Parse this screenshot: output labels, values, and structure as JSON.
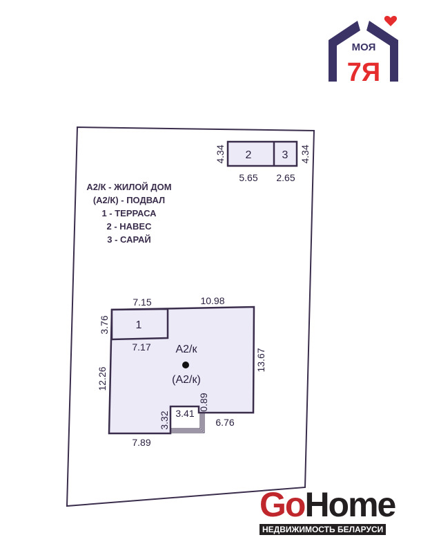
{
  "logo_top": {
    "text_top": "МОЯ",
    "text_main": "7Я",
    "colors": {
      "navy": "#3b3266",
      "red": "#e52d2d"
    }
  },
  "legend": [
    "А2/К - ЖИЛОЙ ДОМ",
    "(А2/К) - ПОДВАЛ",
    "1 - ТЕРРАСА",
    "2 - НАВЕС",
    "3 - САРАЙ"
  ],
  "outbuildings": {
    "label_2": "2",
    "label_3": "3",
    "left_height": "4.34",
    "right_height": "4.34",
    "width_2": "5.65",
    "width_3": "2.65"
  },
  "house": {
    "label": "А2/к",
    "basement_label": "(А2/к)",
    "terrace_label": "1",
    "dims": {
      "terrace_top": "7.15",
      "top": "10.98",
      "terrace_height": "3.76",
      "terrace_bottom": "7.17",
      "left": "12.26",
      "right": "13.67",
      "porch_top": "3.41",
      "porch_height": "3.32",
      "porch_step": "0.89",
      "bottom_right": "6.76",
      "bottom_left": "7.89"
    }
  },
  "logo_bottom": {
    "go": "Go",
    "home": "Home",
    "subtitle": "НЕДВИЖИМОСТЬ БЕЛАРУСИ",
    "colors": {
      "red": "#c0272d",
      "dark": "#231f20"
    }
  }
}
